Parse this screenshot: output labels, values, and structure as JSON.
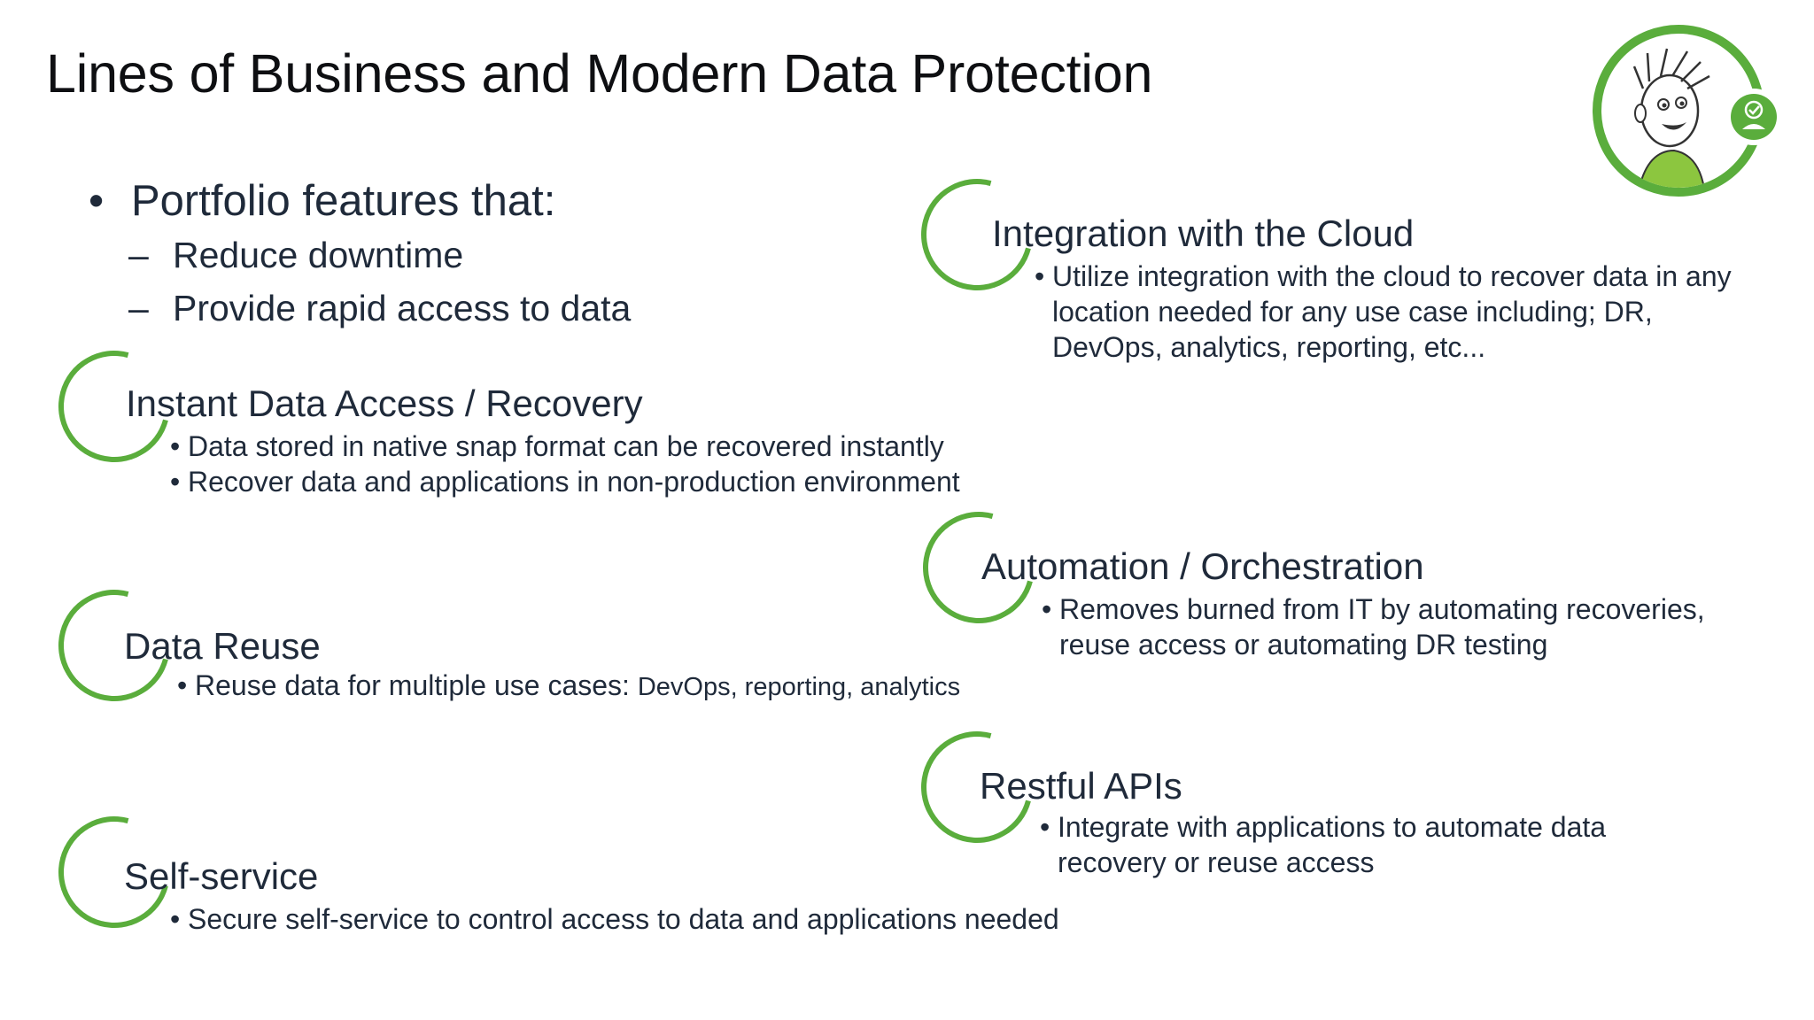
{
  "slide": {
    "title": "Lines of Business and Modern Data Protection",
    "intro": {
      "bullet": "•",
      "heading": "Portfolio features that:",
      "dash": "–",
      "subitems": [
        "Reduce downtime",
        "Provide rapid access to data"
      ]
    },
    "features": {
      "instant": {
        "title": "Instant Data Access / Recovery",
        "bullets": [
          "Data stored in native snap format can be recovered instantly",
          "Recover data and applications in non-production environment"
        ]
      },
      "reuse": {
        "title": "Data Reuse",
        "bullet_main": "Reuse data for multiple use cases: ",
        "bullet_small": "DevOps, reporting, analytics"
      },
      "selfservice": {
        "title": "Self-service",
        "bullets": [
          "Secure self-service to control access to data and applications needed"
        ]
      },
      "cloud": {
        "title": "Integration with the Cloud",
        "lines": [
          "Utilize integration with the cloud to recover data in any",
          "location needed for any use case including; DR,",
          "DevOps, analytics, reporting, etc..."
        ]
      },
      "automation": {
        "title": "Automation / Orchestration",
        "lines": [
          "Removes burned from IT by automating recoveries,",
          "reuse access or automating DR testing"
        ]
      },
      "apis": {
        "title": "Restful APIs",
        "lines": [
          "Integrate with applications to automate data",
          "recovery or reuse access"
        ]
      }
    },
    "bullet_char": "•",
    "colors": {
      "accent_green": "#5aad3c",
      "text": "#1f2a3a",
      "title": "#0e0f12"
    },
    "mascot_icon": "cartoon-mascot-badge-icon"
  }
}
